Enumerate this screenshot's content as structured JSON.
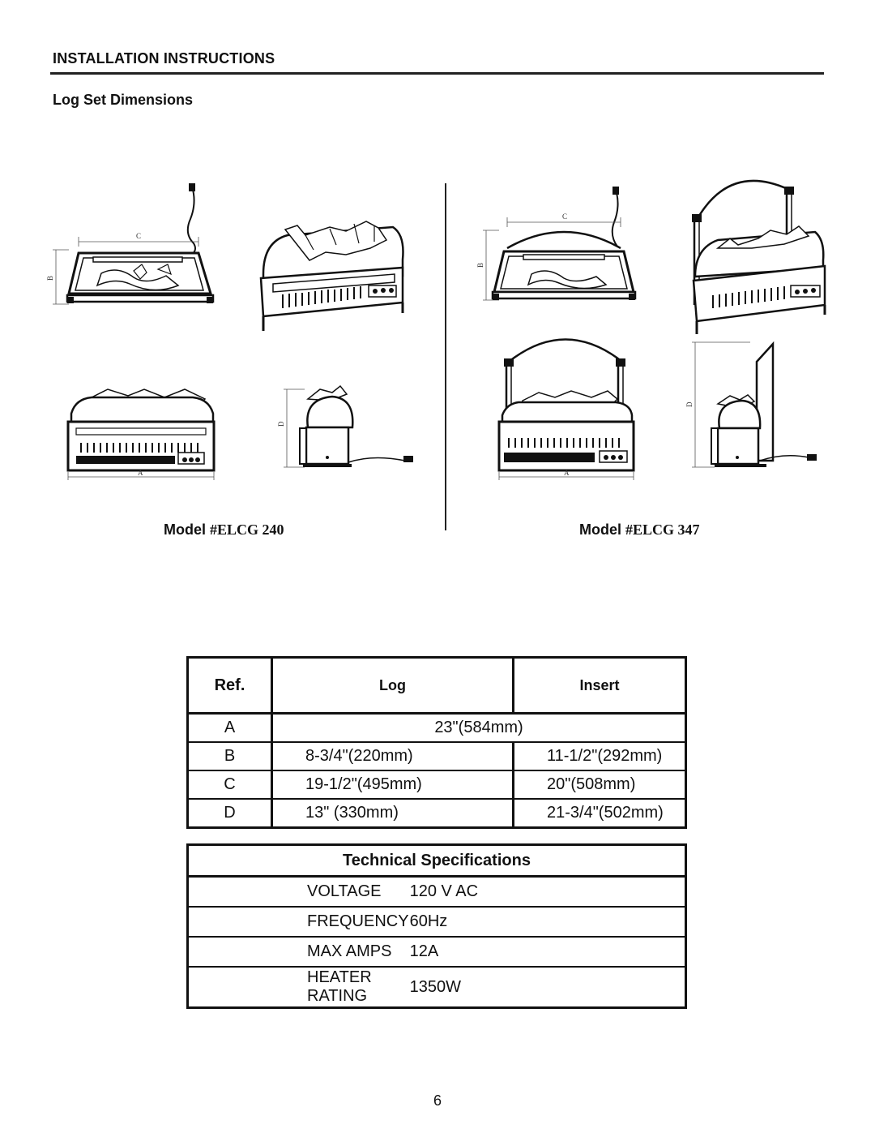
{
  "header": {
    "title": "INSTALLATION INSTRUCTIONS",
    "subtitle": "Log Set Dimensions"
  },
  "figures": {
    "left": {
      "model_label": "Model ",
      "model_number": "#ELCG 240",
      "dim_labels": {
        "a": "A",
        "b": "B",
        "c": "C",
        "d": "D"
      }
    },
    "right": {
      "model_label": "Model ",
      "model_number": "#ELCG 347",
      "dim_labels": {
        "a": "A",
        "b": "B",
        "c": "C",
        "d": "D"
      }
    }
  },
  "dimensions_table": {
    "headers": {
      "ref": "Ref.",
      "log": "Log",
      "insert": "Insert"
    },
    "rows": [
      {
        "ref": "A",
        "span": "23\"(584mm)"
      },
      {
        "ref": "B",
        "log": "8-3/4\"(220mm)",
        "insert": "11-1/2\"(292mm)"
      },
      {
        "ref": "C",
        "log": "19-1/2\"(495mm)",
        "insert": "20\"(508mm)"
      },
      {
        "ref": "D",
        "log": "13\" (330mm)",
        "insert": "21-3/4\"(502mm)"
      }
    ]
  },
  "specs_table": {
    "title": "Technical Specifications",
    "rows": [
      {
        "label": "VOLTAGE",
        "value": "120 V AC"
      },
      {
        "label": "FREQUENCY",
        "value": "60Hz"
      },
      {
        "label": "MAX AMPS",
        "value": "12A"
      },
      {
        "label": "HEATER RATING",
        "value": "1350W"
      }
    ]
  },
  "page_number": "6"
}
